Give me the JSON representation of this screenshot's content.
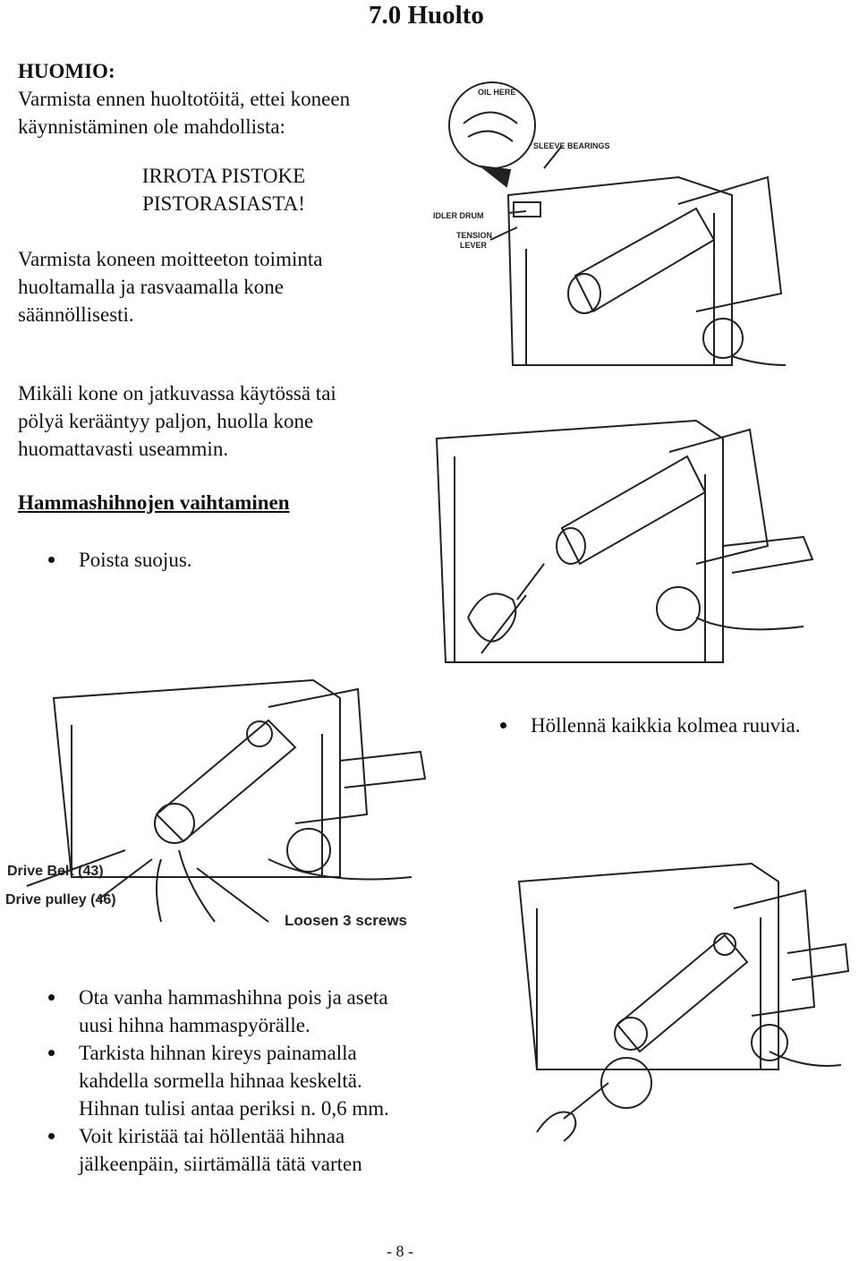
{
  "header": {
    "title": "7.0 Huolto"
  },
  "warning": {
    "heading": "HUOMIO:",
    "intro": [
      "Varmista ennen huoltotöitä, ettei koneen",
      "käynnistäminen ole mahdollista:"
    ],
    "unplug": [
      "IRROTA PISTOKE",
      "PISTORASIASTA!"
    ],
    "maintain": [
      "Varmista koneen moitteeton toiminta",
      "huoltamalla ja rasvaamalla kone",
      "säännöllisesti."
    ],
    "dust": [
      "Mikäli kone on jatkuvassa käytössä tai",
      "pölyä kerääntyy paljon, huolla kone",
      "huomattavasti useammin."
    ]
  },
  "section": {
    "heading": "Hammashihnojen vaihtaminen",
    "step1": "Poista suojus.",
    "step2": "Höllennä kaikkia kolmea ruuvia.",
    "steps_bottom": [
      [
        "Ota vanha hammashihna pois ja aseta",
        "uusi hihna hammaspyörälle."
      ],
      [
        "Tarkista hihnan kireys painamalla",
        "kahdella sormella hihnaa keskeltä.",
        "Hihnan tulisi antaa periksi n. 0,6 mm."
      ],
      [
        "Voit kiristää tai höllentää hihnaa",
        "jälkeenpäin, siirtämällä tätä varten"
      ]
    ]
  },
  "figures": {
    "fig1": {
      "oil": "OIL HERE",
      "sleeve": "SLEEVE BEARINGS",
      "idler": "IDLER DRUM",
      "tension": [
        "TENSION",
        "LEVER"
      ]
    },
    "fig3": {
      "belt": "Drive Belt (43)",
      "pulley": "Drive pulley (46)",
      "screws": "Loosen 3 screws"
    }
  },
  "footer": {
    "page": "- 8 -"
  }
}
